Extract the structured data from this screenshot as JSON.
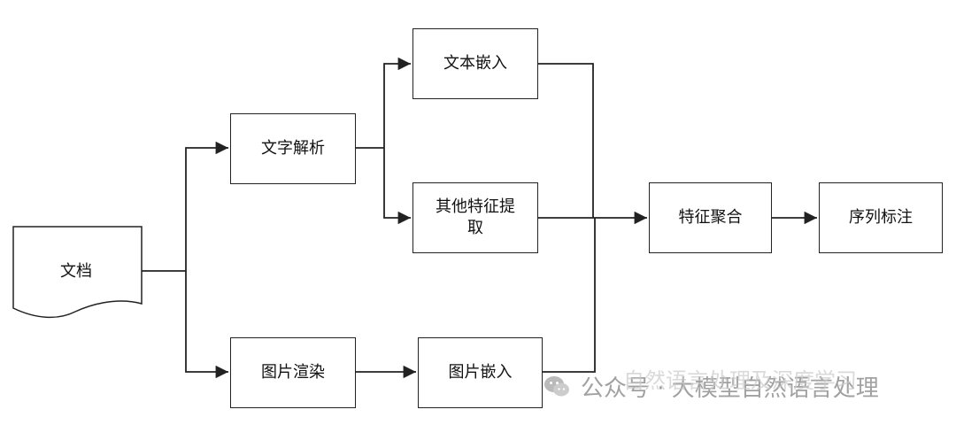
{
  "nodes": {
    "document": "文档",
    "text_parse": "文字解析",
    "image_render": "图片渲染",
    "text_embed": "文本嵌入",
    "other_features": "其他特征提取",
    "image_embed": "图片嵌入",
    "feature_agg": "特征聚合",
    "sequence_label": "序列标注"
  },
  "watermark": {
    "text": "公众号 · 大模型自然语言处理",
    "ghost_text": "自然语言处理及深度学习",
    "icon": "wechat-icon",
    "color": "#9a9a9a"
  },
  "colors": {
    "line": "#222222",
    "node_border": "#222222",
    "background": "#ffffff"
  }
}
